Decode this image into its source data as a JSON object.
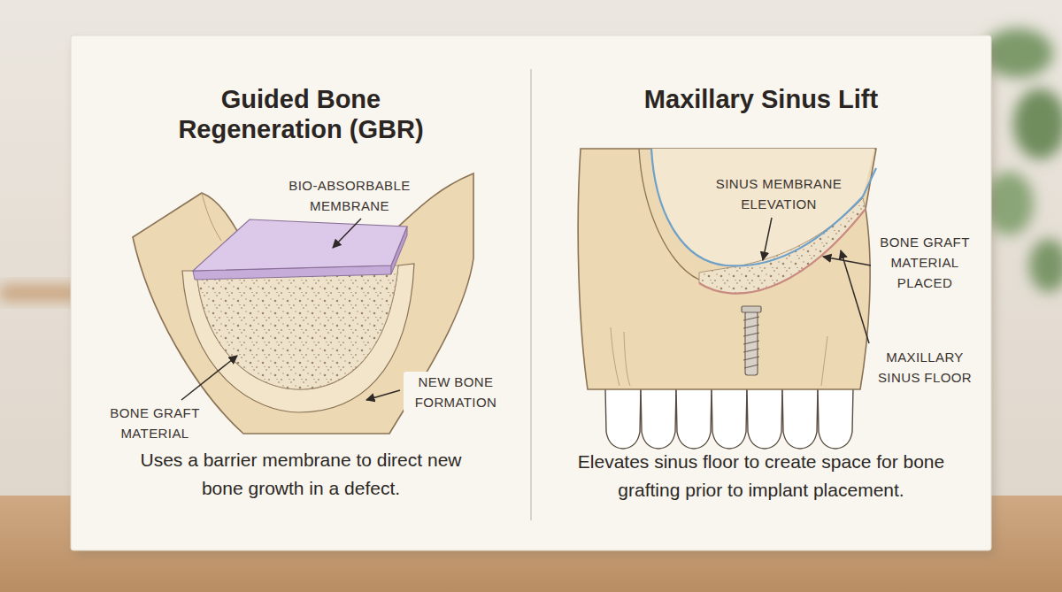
{
  "diagram": {
    "nodes": [
      {
        "text": [
          "Guided Bone Regeneration (GBR)",
          "Uses a barrier membrane to direct new bone growth in a defect."
        ]
      },
      {
        "text": [
          "Maxillary Sinus Lift",
          "Elevates sinus floor to create space for bone grafting prior to implant placement."
        ]
      }
    ],
    "labels": [
      "BIO-ABSORBABLE MEMBRANE",
      "NEW BONE FORMATION",
      "BONE GRAFT MATERIAL",
      "SINUS MEMBRANE ELEVATION",
      "BONE GRAFT MATERIAL PLACED",
      "MAXILLARY SINUS FLOOR"
    ]
  }
}
